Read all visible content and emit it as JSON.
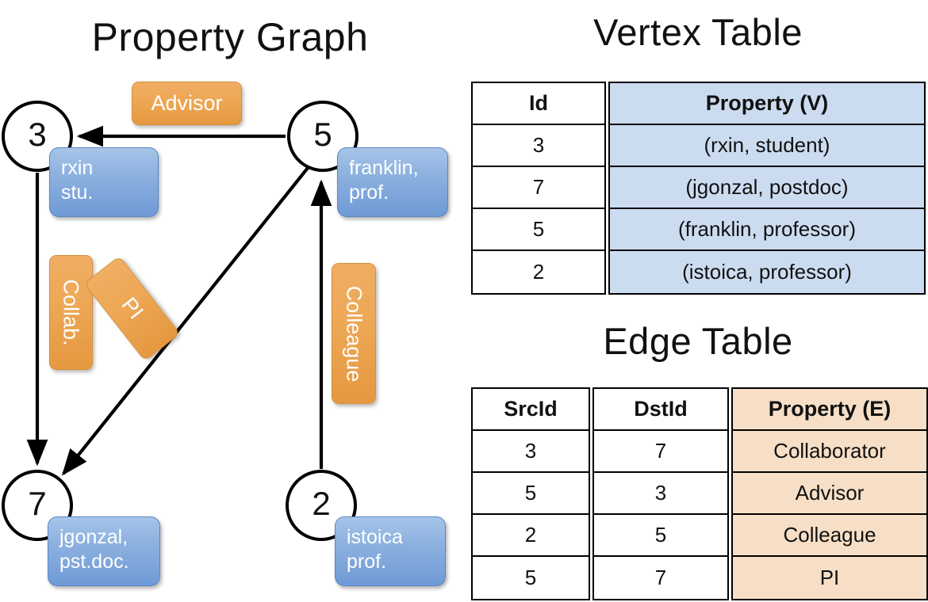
{
  "titles": {
    "graph": "Property Graph",
    "vertex_table": "Vertex Table",
    "edge_table": "Edge Table"
  },
  "colors": {
    "vertex_property_fill": "#ccdcf0",
    "edge_property_fill": "#f6dfc6",
    "vertex_box_fill": "#8fb3e0",
    "edge_label_fill": "#eda755",
    "stroke": "#000000",
    "text": "#111111"
  },
  "graph": {
    "nodes": [
      {
        "id": "3",
        "property_line1": "rxin",
        "property_line2": "stu."
      },
      {
        "id": "5",
        "property_line1": "franklin,",
        "property_line2": "prof."
      },
      {
        "id": "7",
        "property_line1": "jgonzal,",
        "property_line2": "pst.doc."
      },
      {
        "id": "2",
        "property_line1": "istoica",
        "property_line2": "prof."
      }
    ],
    "edge_labels": [
      {
        "name": "advisor",
        "text": "Advisor",
        "orientation": "horizontal"
      },
      {
        "name": "collab",
        "text": "Collab.",
        "orientation": "vertical"
      },
      {
        "name": "pi",
        "text": "PI",
        "orientation": "diagonal"
      },
      {
        "name": "colleague",
        "text": "Colleague",
        "orientation": "vertical"
      }
    ],
    "edges": [
      {
        "src": "5",
        "dst": "3",
        "label": "Advisor"
      },
      {
        "src": "3",
        "dst": "7",
        "label": "Collab."
      },
      {
        "src": "5",
        "dst": "7",
        "label": "PI"
      },
      {
        "src": "2",
        "dst": "5",
        "label": "Colleague"
      }
    ]
  },
  "vertex_table": {
    "headers": [
      "Id",
      "Property (V)"
    ],
    "rows": [
      {
        "id": "3",
        "property": "(rxin, student)"
      },
      {
        "id": "7",
        "property": "(jgonzal, postdoc)"
      },
      {
        "id": "5",
        "property": "(franklin, professor)"
      },
      {
        "id": "2",
        "property": "(istoica, professor)"
      }
    ]
  },
  "edge_table": {
    "headers": [
      "SrcId",
      "DstId",
      "Property (E)"
    ],
    "rows": [
      {
        "src": "3",
        "dst": "7",
        "property": "Collaborator"
      },
      {
        "src": "5",
        "dst": "3",
        "property": "Advisor"
      },
      {
        "src": "2",
        "dst": "5",
        "property": "Colleague"
      },
      {
        "src": "5",
        "dst": "7",
        "property": "PI"
      }
    ]
  }
}
